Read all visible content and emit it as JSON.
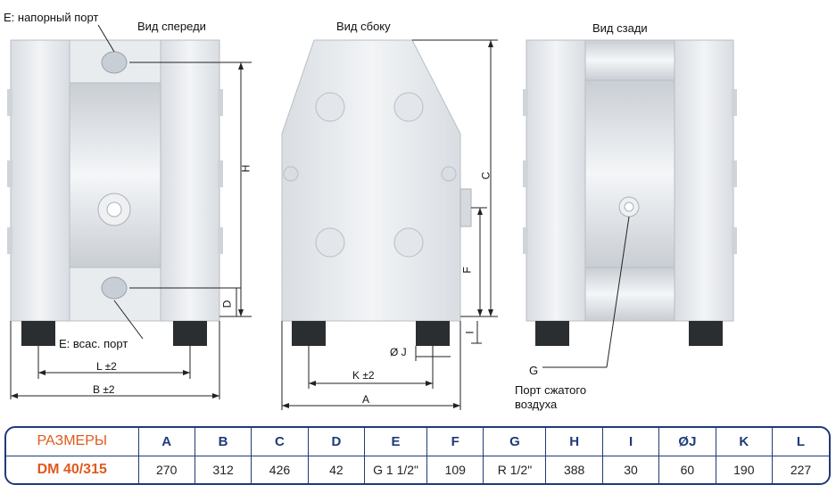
{
  "views": {
    "front": "Вид спереди",
    "side": "Вид сбоку",
    "back": "Вид сзади"
  },
  "callouts": {
    "discharge_port": "E: напорный порт",
    "suction_port": "E: всас. порт",
    "air_port_letter": "G",
    "air_port_line1": "Порт сжатого",
    "air_port_line2": "воздуха"
  },
  "dimensions": {
    "A": "A",
    "B": "B ±2",
    "C": "C",
    "D": "D",
    "F": "F",
    "H": "H",
    "I": "I",
    "J": "Ø J",
    "K": "K ±2",
    "L": "L ±2"
  },
  "table": {
    "header_label": "РАЗМЕРЫ",
    "columns": [
      "A",
      "B",
      "C",
      "D",
      "E",
      "F",
      "G",
      "H",
      "I",
      "ØJ",
      "K",
      "L"
    ],
    "model": "DM 40/315",
    "values": [
      "270",
      "312",
      "426",
      "42",
      "G 1 1/2\"",
      "109",
      "R 1/2\"",
      "388",
      "30",
      "60",
      "190",
      "227"
    ]
  }
}
